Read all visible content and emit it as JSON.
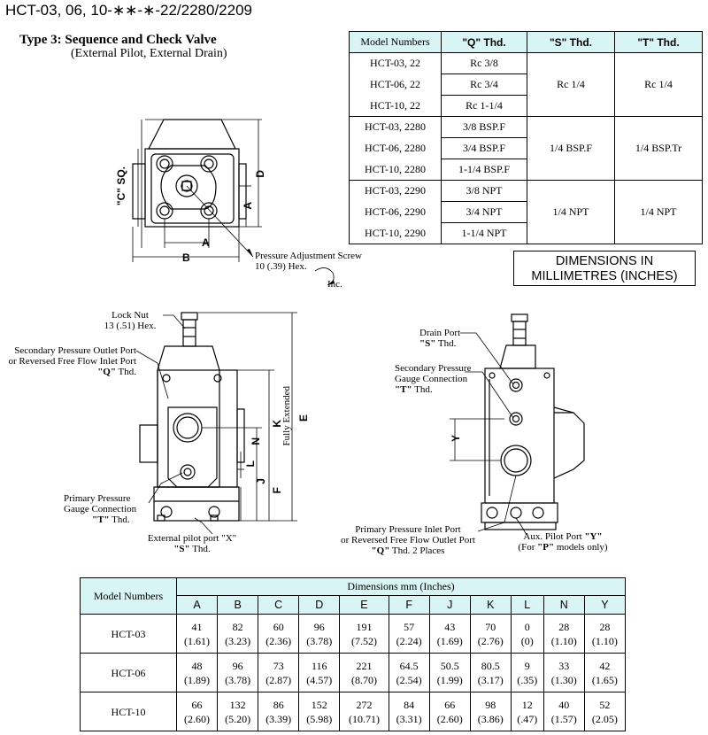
{
  "header": {
    "title": "HCT-03, 06, 10-∗∗-∗-22/2280/2209",
    "type_title": "Type 3: Sequence and Check Valve",
    "type_subtitle": "(External Pilot, External Drain)"
  },
  "thread_table": {
    "headers": [
      "Model Numbers",
      "\"Q\" Thd.",
      "\"S\" Thd.",
      "\"T\" Thd."
    ],
    "groups": [
      {
        "rows": [
          [
            "HCT-03, 22",
            "Rc 3/8"
          ],
          [
            "HCT-06, 22",
            "Rc 3/4"
          ],
          [
            "HCT-10, 22",
            "Rc 1-1/4"
          ]
        ],
        "s": "Rc 1/4",
        "t": "Rc 1/4"
      },
      {
        "rows": [
          [
            "HCT-03, 2280",
            "3/8 BSP.F"
          ],
          [
            "HCT-06, 2280",
            "3/4 BSP.F"
          ],
          [
            "HCT-10, 2280",
            "1-1/4 BSP.F"
          ]
        ],
        "s": "1/4 BSP.F",
        "t": "1/4 BSP.Tr"
      },
      {
        "rows": [
          [
            "HCT-03, 2290",
            "3/8 NPT"
          ],
          [
            "HCT-06, 2290",
            "3/4 NPT"
          ],
          [
            "HCT-10, 2290",
            "1-1/4 NPT"
          ]
        ],
        "s": "1/4 NPT",
        "t": "1/4 NPT"
      }
    ]
  },
  "dimensions_notice": {
    "line1": "DIMENSIONS IN",
    "line2": "MILLIMETRES (INCHES)"
  },
  "top_view": {
    "dim_a": "A",
    "dim_b": "B",
    "dim_c": "\"C\" SQ.",
    "dim_d": "D",
    "dim_a_vert": "A",
    "screw_label_1": "Pressure Adjustment Screw",
    "screw_label_2": "10 (.39) Hex.",
    "inc": "Inc."
  },
  "front_view": {
    "lock_nut_1": "Lock Nut",
    "lock_nut_2": "13 (.51) Hex.",
    "sec_out_1": "Secondary Pressure Outlet Port",
    "sec_out_2": "or Reversed Free Flow Inlet Port",
    "sec_out_3_bold": "\"Q\"",
    "sec_out_3_rest": " Thd.",
    "prim_gauge_1": "Primary Pressure",
    "prim_gauge_2": "Gauge Connection",
    "prim_gauge_3_bold": "\"T\"",
    "prim_gauge_3_rest": " Thd.",
    "ext_pilot_1": "External pilot port \"X\"",
    "ext_pilot_2_bold": "\"S\"",
    "ext_pilot_2_rest": " Thd.",
    "dim_n": "N",
    "dim_k": "K",
    "dim_e": "E",
    "dim_l": "L",
    "dim_j": "J",
    "dim_f": "F",
    "fully_extended": "Fully Extended"
  },
  "side_view": {
    "drain_1": "Drain Port",
    "drain_2_bold": "\"S\"",
    "drain_2_rest": " Thd.",
    "sec_gauge_1": "Secondary Pressure",
    "sec_gauge_2": "Gauge Connection",
    "sec_gauge_3_bold": "\"T\"",
    "sec_gauge_3_rest": " Thd.",
    "dim_y": "Y",
    "prim_inlet_1": "Primary Pressure Inlet Port",
    "prim_inlet_2": "or Reversed Free Flow Outlet Port",
    "prim_inlet_3_bold": "\"Q\"",
    "prim_inlet_3_rest": " Thd. 2 Places",
    "aux_1_pre": "Aux. Pilot Port ",
    "aux_1_bold": "\"Y\"",
    "aux_2_pre": "(For ",
    "aux_2_bold": "\"P\"",
    "aux_2_rest": " models only)"
  },
  "dim_table": {
    "model_header": "Model Numbers",
    "group_header": "Dimensions mm (Inches)",
    "columns": [
      "A",
      "B",
      "C",
      "D",
      "E",
      "F",
      "J",
      "K",
      "L",
      "N",
      "Y"
    ],
    "rows": [
      {
        "model": "HCT-03",
        "mm": [
          "41",
          "82",
          "60",
          "96",
          "191",
          "57",
          "43",
          "70",
          "0",
          "28",
          "28"
        ],
        "in": [
          "(1.61)",
          "(3.23)",
          "(2.36)",
          "(3.78)",
          "(7.52)",
          "(2.24)",
          "(1.69)",
          "(2.76)",
          "(0)",
          "(1.10)",
          "(1.10)"
        ]
      },
      {
        "model": "HCT-06",
        "mm": [
          "48",
          "96",
          "73",
          "116",
          "221",
          "64.5",
          "50.5",
          "80.5",
          "9",
          "33",
          "42"
        ],
        "in": [
          "(1.89)",
          "(3.78)",
          "(2.87)",
          "(4.57)",
          "(8.70)",
          "(2.54)",
          "(1.99)",
          "(3.17)",
          "(.35)",
          "(1.30)",
          "(1.65)"
        ]
      },
      {
        "model": "HCT-10",
        "mm": [
          "66",
          "132",
          "86",
          "152",
          "272",
          "84",
          "66",
          "98",
          "12",
          "40",
          "52"
        ],
        "in": [
          "(2.60)",
          "(5.20)",
          "(3.39)",
          "(5.98)",
          "(10.71)",
          "(3.31)",
          "(2.60)",
          "(3.86)",
          "(.47)",
          "(1.57)",
          "(2.05)"
        ]
      }
    ]
  }
}
